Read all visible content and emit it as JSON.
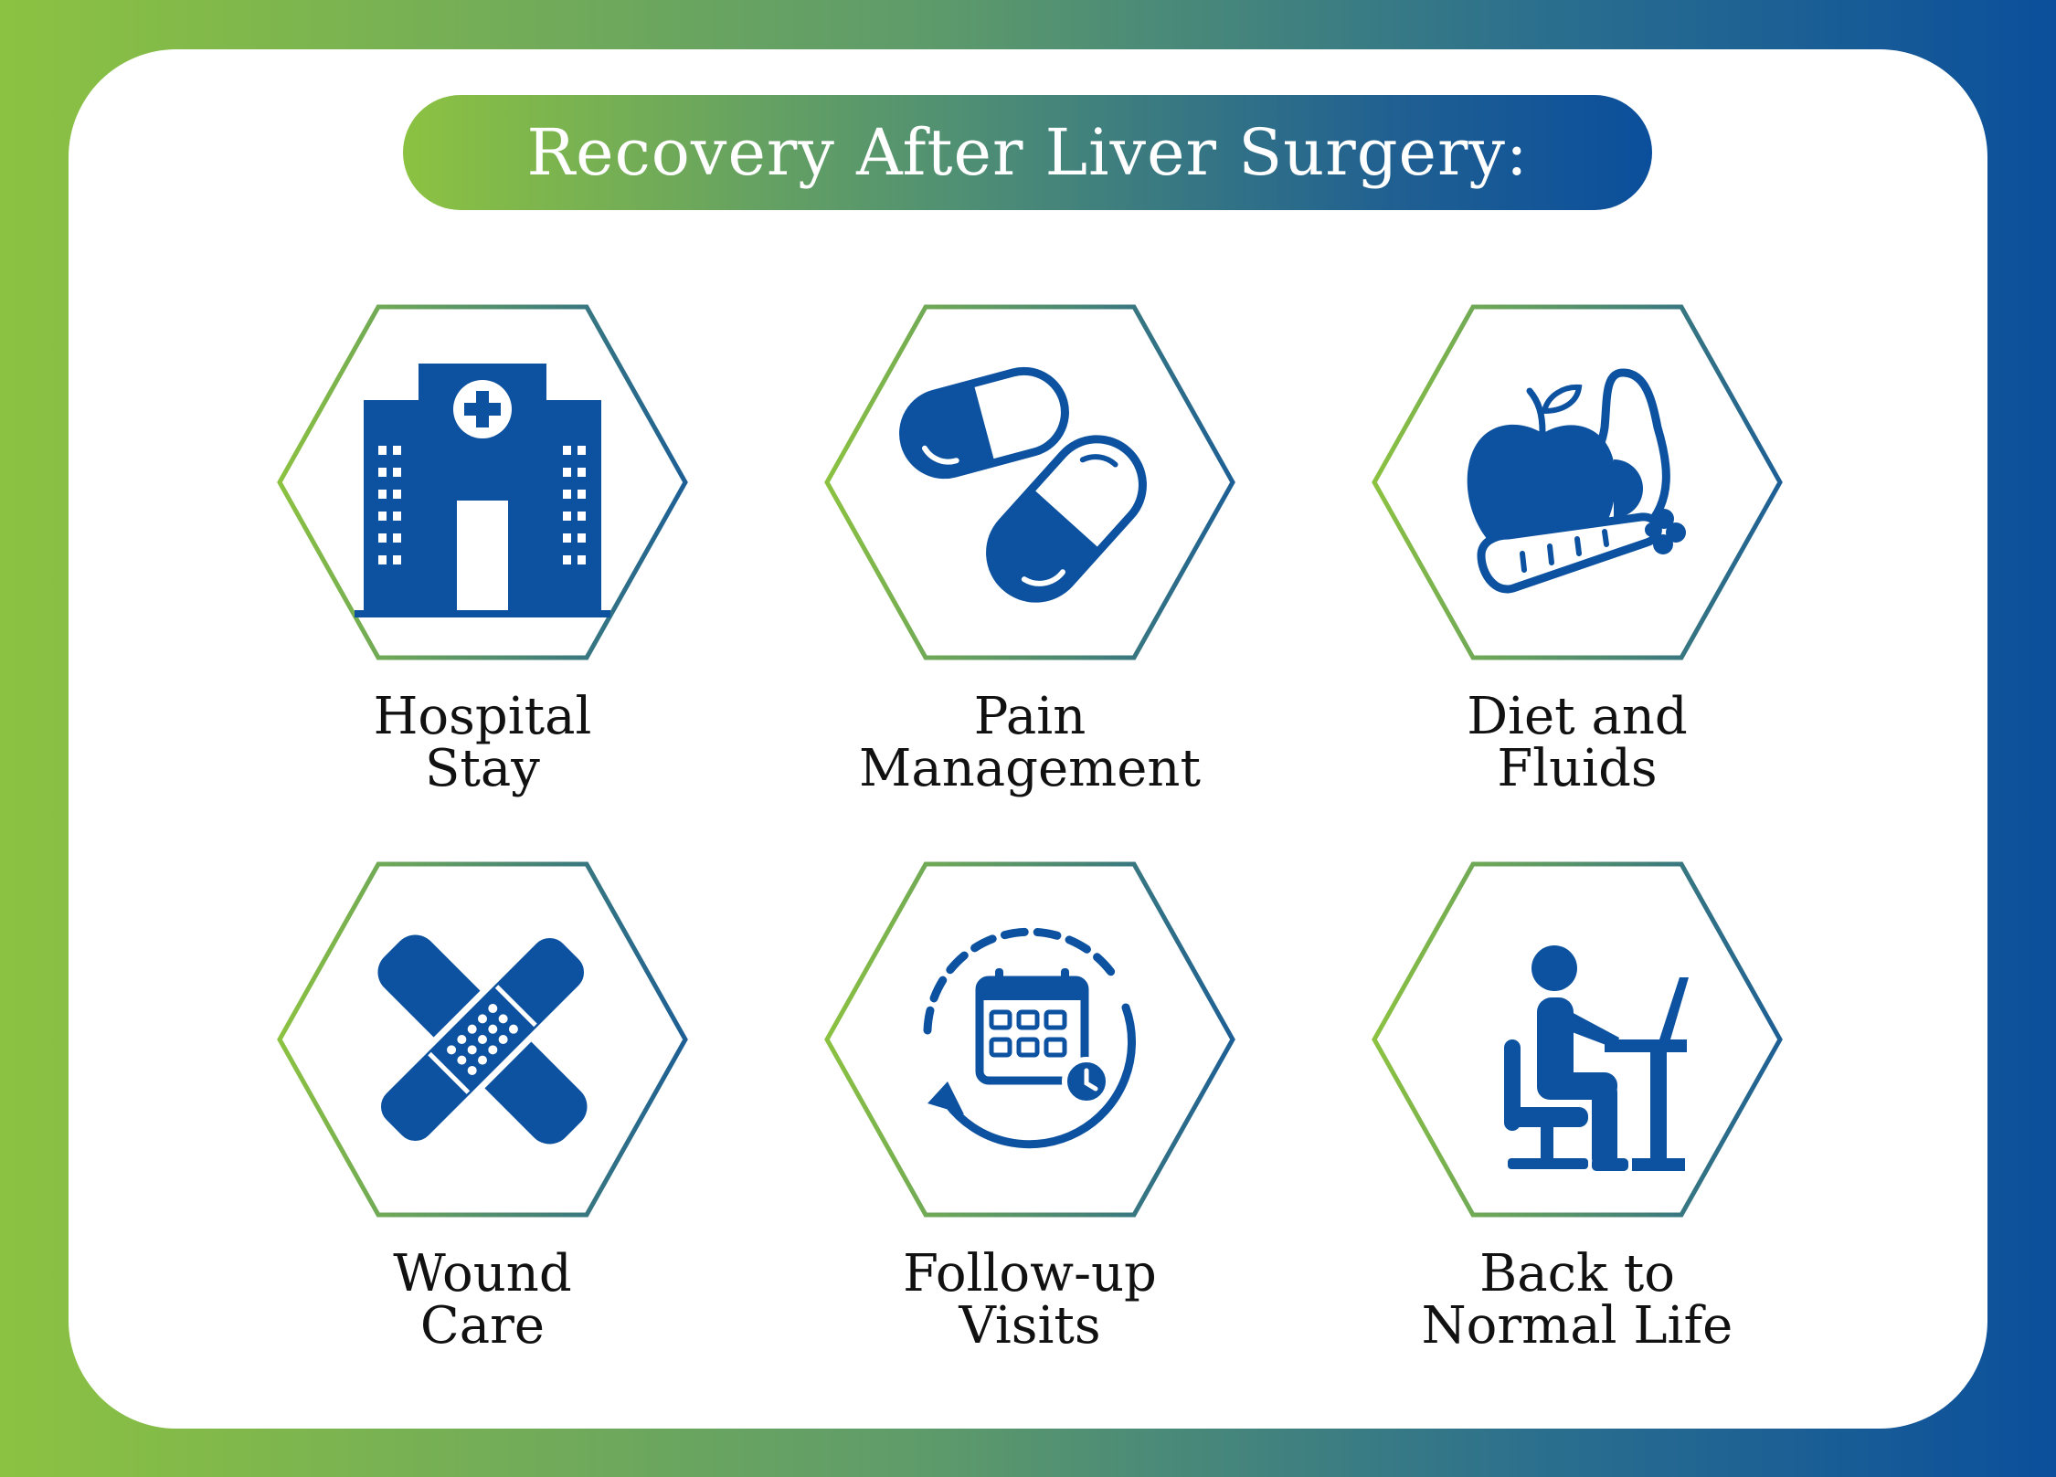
{
  "title": "Recovery After Liver Surgery:",
  "colors": {
    "green": "#8cc241",
    "blue": "#0b4f9c",
    "icon": "#0d52a0"
  },
  "items": [
    {
      "icon": "hospital-icon",
      "line1": "Hospital",
      "line2": "Stay"
    },
    {
      "icon": "pills-icon",
      "line1": "Pain",
      "line2": "Management"
    },
    {
      "icon": "food-icon",
      "line1": "Diet and",
      "line2": "Fluids"
    },
    {
      "icon": "bandage-icon",
      "line1": "Wound",
      "line2": "Care"
    },
    {
      "icon": "calendar-cycle-icon",
      "line1": "Follow-up",
      "line2": "Visits"
    },
    {
      "icon": "person-at-desk-icon",
      "line1": "Back to",
      "line2": "Normal Life"
    }
  ]
}
